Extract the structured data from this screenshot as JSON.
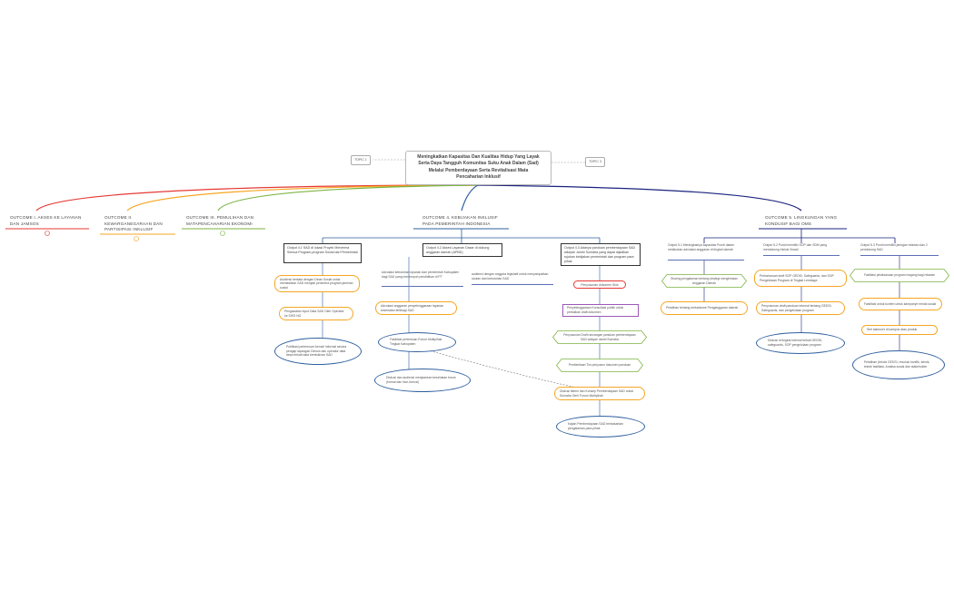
{
  "root": {
    "line1": "Meningkatkan Kapasitas Dan Kualitas Hidup Yang Layak",
    "line2": "Serta Daya Tangguh Komunitas Suku Anak Dalam (Sad)",
    "line3": "Melalui Pemberdayaan Serta Revitalisasi Mata",
    "line4": "Pencaharian Inklusif"
  },
  "side_nodes": {
    "left": "TOPIC 1",
    "right": "TOPIC 3"
  },
  "outcomes": {
    "o1": {
      "line1": "OUTCOME I. AKSES KE LAYANAN",
      "line2": "DAN JAMSOS",
      "color": "#e53935"
    },
    "o2": {
      "line1": "OUTCOME II.",
      "line2": "KEWARGANEGARAAN DAN",
      "line3": "PARTISIPASI INKLUSIF",
      "color": "#f5a623"
    },
    "o3": {
      "line1": "OUTCOME III. PEMULIHAN DAN",
      "line2": "MATAPENCAHARIAN EKONOMI",
      "color": "#7cb342"
    },
    "o4": {
      "line1": "OUTCOME 4. KEBIJAKAN INKLUSIF",
      "line2": "PADA PEMERINTAH INDONESIA",
      "color": "#2f5f9e"
    },
    "o5": {
      "line1": "OUTCOME 5. LINGKUNGAN YANG",
      "line2": "KONDUSIF BAGI OMS",
      "color": "#1a237e"
    }
  },
  "o4_outputs": [
    {
      "text": "Output 4.1 SAD di lokasi Proyek Menerima Semua Program-program Sosial dari Pemerintah"
    },
    {
      "text": "Output 4.2 Akses Layanan Dasar di dukung anggaran daerah (APBD)"
    },
    {
      "text": "Output 4.3 Adanya panduan pemberdayaan SAD wilayah Jambi Sumatra yang dapat dijadikan rujukan kebijakan pemerintah dan program para pihak"
    }
  ],
  "o4_items": {
    "a1": "Audiensi berkala dengan Dinas Sosial untuk memastikan SAD menjadi penerima program jaminan sosial",
    "a2": "Pengawalan Input Data SAD Oleh Operator ke SIKS NG",
    "a3": "Publikasi pertemuan formal/ informal secara pengap lapangan Dinsos dan operator data desa terkait data kemiskinan SAD",
    "b1": "Advokasi kebutuhan layanan dari pemerintah Kabupaten bagi SAD yang menempuh pendidikan di PT",
    "b2": "audiensi dengan anggota legislatif untuk menyampaikan usulan dan kebutuhan SAD",
    "b3": "Advokasi anggaran penyelenggaraan layanan kesehatan tertibagi SAD",
    "b4": "Fasilitasi pertemuan Forum Multipihak Tingkat Kabupaten",
    "b5": "Diskusi dan audiensi menjaankan kesehatan forum (formal dan Non-formal)",
    "c1": "Penyusunan dokumen Stok",
    "c2": "Penyelenggaraan Konsultasi publik untuk perbaikan draft dokumen",
    "c3": "Penyusunan Draft rancangan panduan pemberdayaan SAD wilayah Jambi Sumatra",
    "c4": "Pemberitaan Tim penyusun dokumen panduan",
    "c5": "Diskusi tiktem dan Konsep Pemberdayaan SAD untuk Sumatra Oleh Forum Multipihak",
    "c6": "Kajian Pemberdayaan SAD berdasarkan pengalaman para pihak"
  },
  "o5_outputs": [
    {
      "text": "Output 5.1 Meningkatnya kapasitas Pundi dalam melakukan advokasi anggaran di tingkat daerah"
    },
    {
      "text": "Output 5.2 Pundi memiliki SOP dan SDM yang mendukung Inklusi Sosial"
    },
    {
      "text": "Output 5.3 Pundi memiliki jaringan relawan dan 2 pendukung SAD"
    }
  ],
  "o5_items": {
    "d1": "Sharing pengalaman tentang strategi menghimkan Anggaran Daerah",
    "d2": "Pelatihan tentang mekanisme Penganggaran daerah",
    "e1": "Perbaharuan draft SOP GEDSI, Safeguards, dan SOP Pengelolaan Program di Tingkat Lembaga",
    "e2": "Penyusunan draft panduan internal tentang GEDSI, Safeguards, dan pengelolaan program",
    "e3": "Diskusi di tingkat internal terkait GEDSI, safeguards, SOP pengelolaan program",
    "f1": "Fasilitasi pelaksanaan program magang bagi relawan",
    "f2": "Fasilitasi untuk konten untuk kampanye media sosial",
    "f3": "Seri takeover di kampus atau produk",
    "f4": "Pelatihan (teknis GEDSI, resolusi konflik, teknik-teknik fasilitasi, Analisa sosial dan stakeholder"
  },
  "colors": {
    "red": "#e53935",
    "orange": "#f5a623",
    "green": "#7cb342",
    "blue": "#2f5f9e",
    "navy": "#1a237e",
    "purple": "#9b59b6"
  }
}
